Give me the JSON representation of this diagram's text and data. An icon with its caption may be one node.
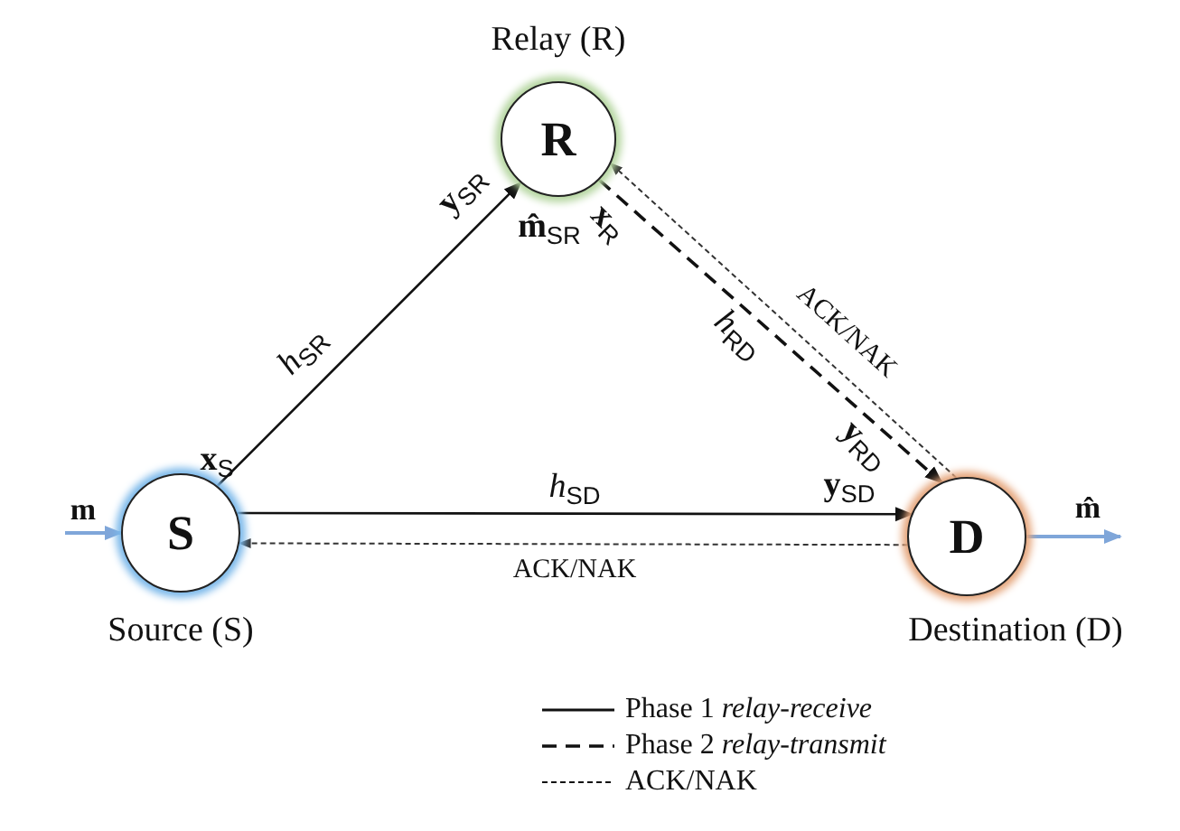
{
  "diagram": {
    "nodes": [
      {
        "text": [
          "S"
        ],
        "beside": [
          "Source (S)"
        ]
      },
      {
        "text": [
          "R"
        ],
        "beside": [
          "Relay (R)"
        ]
      },
      {
        "text": [
          "D"
        ],
        "beside": [
          "Destination (D)"
        ]
      }
    ],
    "edges": [
      {
        "from": 0,
        "to": 1,
        "arrow": "to",
        "label": "*h*$_{SR}$"
      },
      {
        "from": 0,
        "to": 2,
        "arrow": "to",
        "label": "*h*$_{SD}$"
      },
      {
        "from": 2,
        "to": 0,
        "arrow": "to",
        "label": "ACK/NAK",
        "style": "dashed",
        "color": "#333333"
      },
      {
        "from": 1,
        "to": 2,
        "arrow": "to",
        "label": "*h*$_{RD}$",
        "style": "dashed"
      },
      {
        "from": 2,
        "to": 1,
        "arrow": "to",
        "label": "ACK/NAK",
        "style": "dashed",
        "color": "#333333"
      },
      {
        "from": null,
        "to": 0,
        "arrow": "to",
        "label": "m",
        "color": "#7fa6d9"
      },
      {
        "from": 2,
        "to": null,
        "arrow": "to",
        "label": "m̂",
        "color": "#7fa6d9"
      }
    ],
    "labels": [
      "**x**$_{S}$",
      "**y**$_{SR}$",
      "**m̂**$_{SR}$",
      "**x**$_{R}$",
      "**y**$_{RD}$",
      "**y**$_{SD}$"
    ],
    "legend": [
      {
        "text": "Phase 1 *relay-receive*"
      },
      {
        "text": "Phase 2 *relay-transmit*"
      },
      {
        "text": "ACK/NAK"
      }
    ]
  }
}
